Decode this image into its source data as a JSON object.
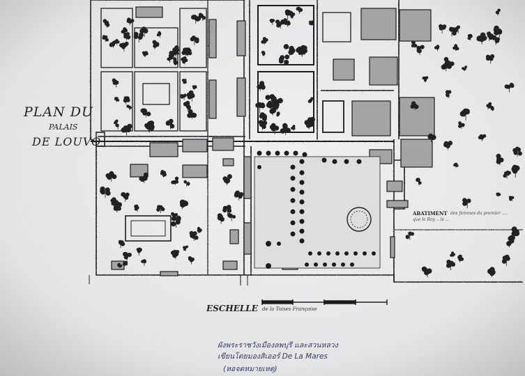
{
  "map": {
    "title_line1": "PLAN DU",
    "title_line2": "PALAIS",
    "title_line3": "DE LOUVO",
    "annotation_main": "ABATIMENT",
    "annotation_sub1": "des femmes du premier ....",
    "annotation_sub2": "que le Roy .. le ...",
    "scale_label": "ESCHELLE",
    "scale_sub": "de la Toises Françoise"
  },
  "caption": {
    "line1": "ผังพระราชวังเมืองลพบุรี และสวนหลวง",
    "line2": "เขียนโดยมองสิเออร์ De La Mares",
    "line3": "(หอจดหมายเหตุ)"
  },
  "colors": {
    "paper": "#e9e9ea",
    "ink": "#1c1c1c",
    "fill": "#a4a4a6",
    "caption_ink": "#353a5a"
  }
}
